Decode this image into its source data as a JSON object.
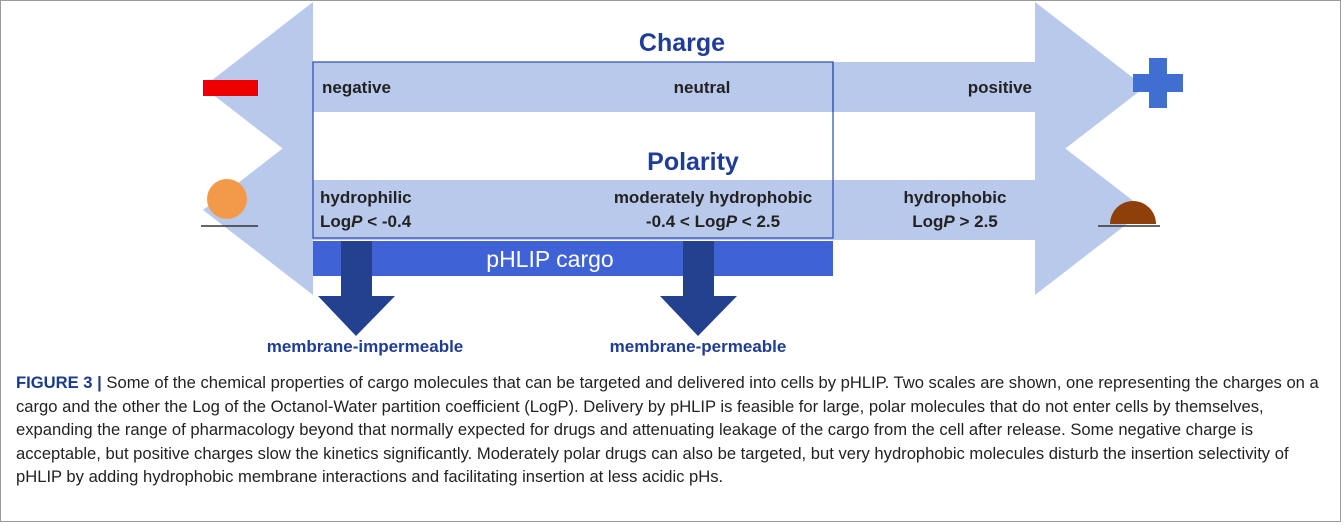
{
  "diagram": {
    "charge": {
      "title": "Charge",
      "labels": {
        "negative": "negative",
        "neutral": "neutral",
        "positive": "positive"
      }
    },
    "polarity": {
      "title": "Polarity",
      "hydrophilic": {
        "label": "hydrophilic",
        "logp_prefix": "Log",
        "logp_var": "P",
        "logp_suffix": " < -0.4"
      },
      "moderate": {
        "label": "moderately hydrophobic",
        "logp_prefix": "-0.4 < Log",
        "logp_var": "P",
        "logp_suffix": " < 2.5"
      },
      "hydrophobic": {
        "label": "hydrophobic",
        "logp_prefix": "Log",
        "logp_var": "P",
        "logp_suffix": " > 2.5"
      }
    },
    "cargo_bar": "pHLIP cargo",
    "outcomes": {
      "impermeable": "membrane-impermeable",
      "permeable": "membrane-permeable"
    },
    "colors": {
      "light_arrow": "#b9c9ec",
      "cargo_blue": "#3f63d6",
      "dark_arrow": "#23418f",
      "title_blue": "#1f3c99",
      "text_dark": "#222222",
      "minus_red": "#ee0000",
      "plus_blue": "#3f6fd0",
      "orange_circle": "#f39a4a",
      "brown_dome": "#8f3f0a"
    }
  },
  "caption": {
    "label": "FIGURE 3 |",
    "text": " Some of the chemical properties of cargo molecules that can be targeted and delivered into cells by pHLIP. Two scales are shown, one representing the charges on a cargo and the other the Log of the Octanol-Water partition coefficient (LogP). Delivery by pHLIP is feasible for large, polar molecules that do not enter cells by themselves, expanding the range of pharmacology beyond that normally expected for drugs and attenuating leakage of the cargo from the cell after release. Some negative charge is acceptable, but positive charges slow the kinetics significantly. Moderately polar drugs can also be targeted, but very hydrophobic molecules disturb the insertion selectivity of pHLIP by adding hydrophobic membrane interactions and facilitating insertion at less acidic pHs."
  }
}
